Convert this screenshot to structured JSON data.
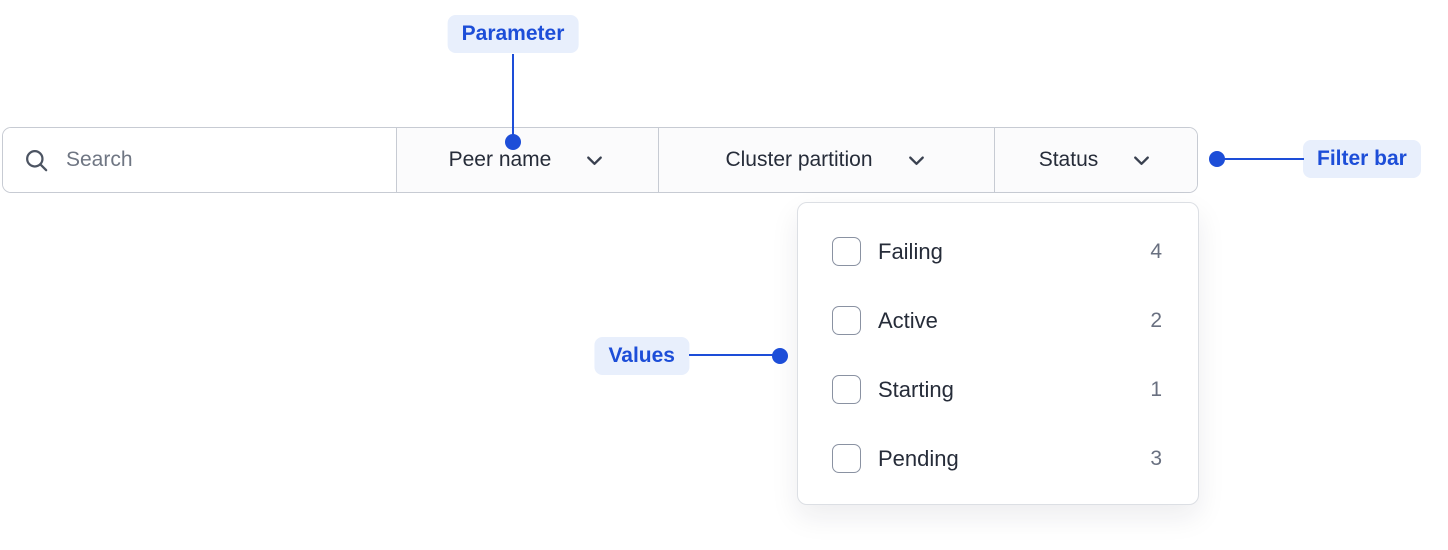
{
  "colors": {
    "accent": "#1D4ED8",
    "annotation_badge_bg": "#E8EFFC",
    "bar_border": "#C7CBD3",
    "text_dark": "#262C39",
    "text_muted": "#6F7683"
  },
  "annotations": {
    "parameter": {
      "label": "Parameter"
    },
    "filter_bar": {
      "label": "Filter bar"
    },
    "values": {
      "label": "Values"
    }
  },
  "filter_bar": {
    "search": {
      "placeholder": "Search",
      "icon": "search-icon"
    },
    "parameters": [
      {
        "label": "Peer name",
        "icon": "chevron-down-icon"
      },
      {
        "label": "Cluster partition",
        "icon": "chevron-down-icon"
      },
      {
        "label": "Status",
        "icon": "chevron-down-icon"
      }
    ]
  },
  "status_dropdown": {
    "options": [
      {
        "label": "Failing",
        "count": 4,
        "checked": false
      },
      {
        "label": "Active",
        "count": 2,
        "checked": false
      },
      {
        "label": "Starting",
        "count": 1,
        "checked": false
      },
      {
        "label": "Pending",
        "count": 3,
        "checked": false
      }
    ]
  }
}
